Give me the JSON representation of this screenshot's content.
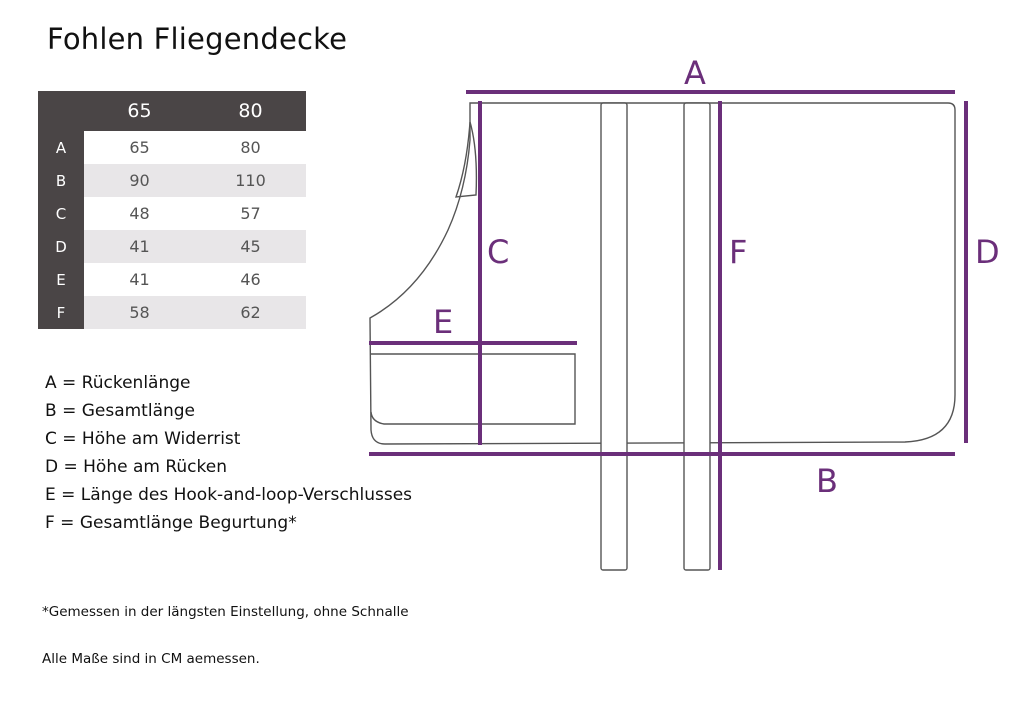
{
  "title": "Fohlen Fliegendecke",
  "table": {
    "columns": [
      "65",
      "80"
    ],
    "rows": [
      {
        "label": "A",
        "values": [
          "65",
          "80"
        ]
      },
      {
        "label": "B",
        "values": [
          "90",
          "110"
        ]
      },
      {
        "label": "C",
        "values": [
          "48",
          "57"
        ]
      },
      {
        "label": "D",
        "values": [
          "41",
          "45"
        ]
      },
      {
        "label": "E",
        "values": [
          "41",
          "46"
        ]
      },
      {
        "label": "F",
        "values": [
          "58",
          "62"
        ]
      }
    ]
  },
  "legend": [
    "A = Rückenlänge",
    "B = Gesamtlänge",
    "C = Höhe am Widerrist",
    "D = Höhe am Rücken",
    "E = Länge des Hook-and-loop-Verschlusses",
    "F = Gesamtlänge Begurtung*"
  ],
  "notes": {
    "measured": "*Gemessen in der längsten Einstellung, ohne Schnalle",
    "units": "Alle Maße sind in CM aemessen."
  },
  "diagram": {
    "labels": {
      "A": "A",
      "B": "B",
      "C": "C",
      "D": "D",
      "E": "E",
      "F": "F"
    },
    "colors": {
      "measure": "#6b2f7a",
      "outline": "#555555",
      "header": "#4a4546",
      "shade": "#e8e6e8"
    }
  }
}
